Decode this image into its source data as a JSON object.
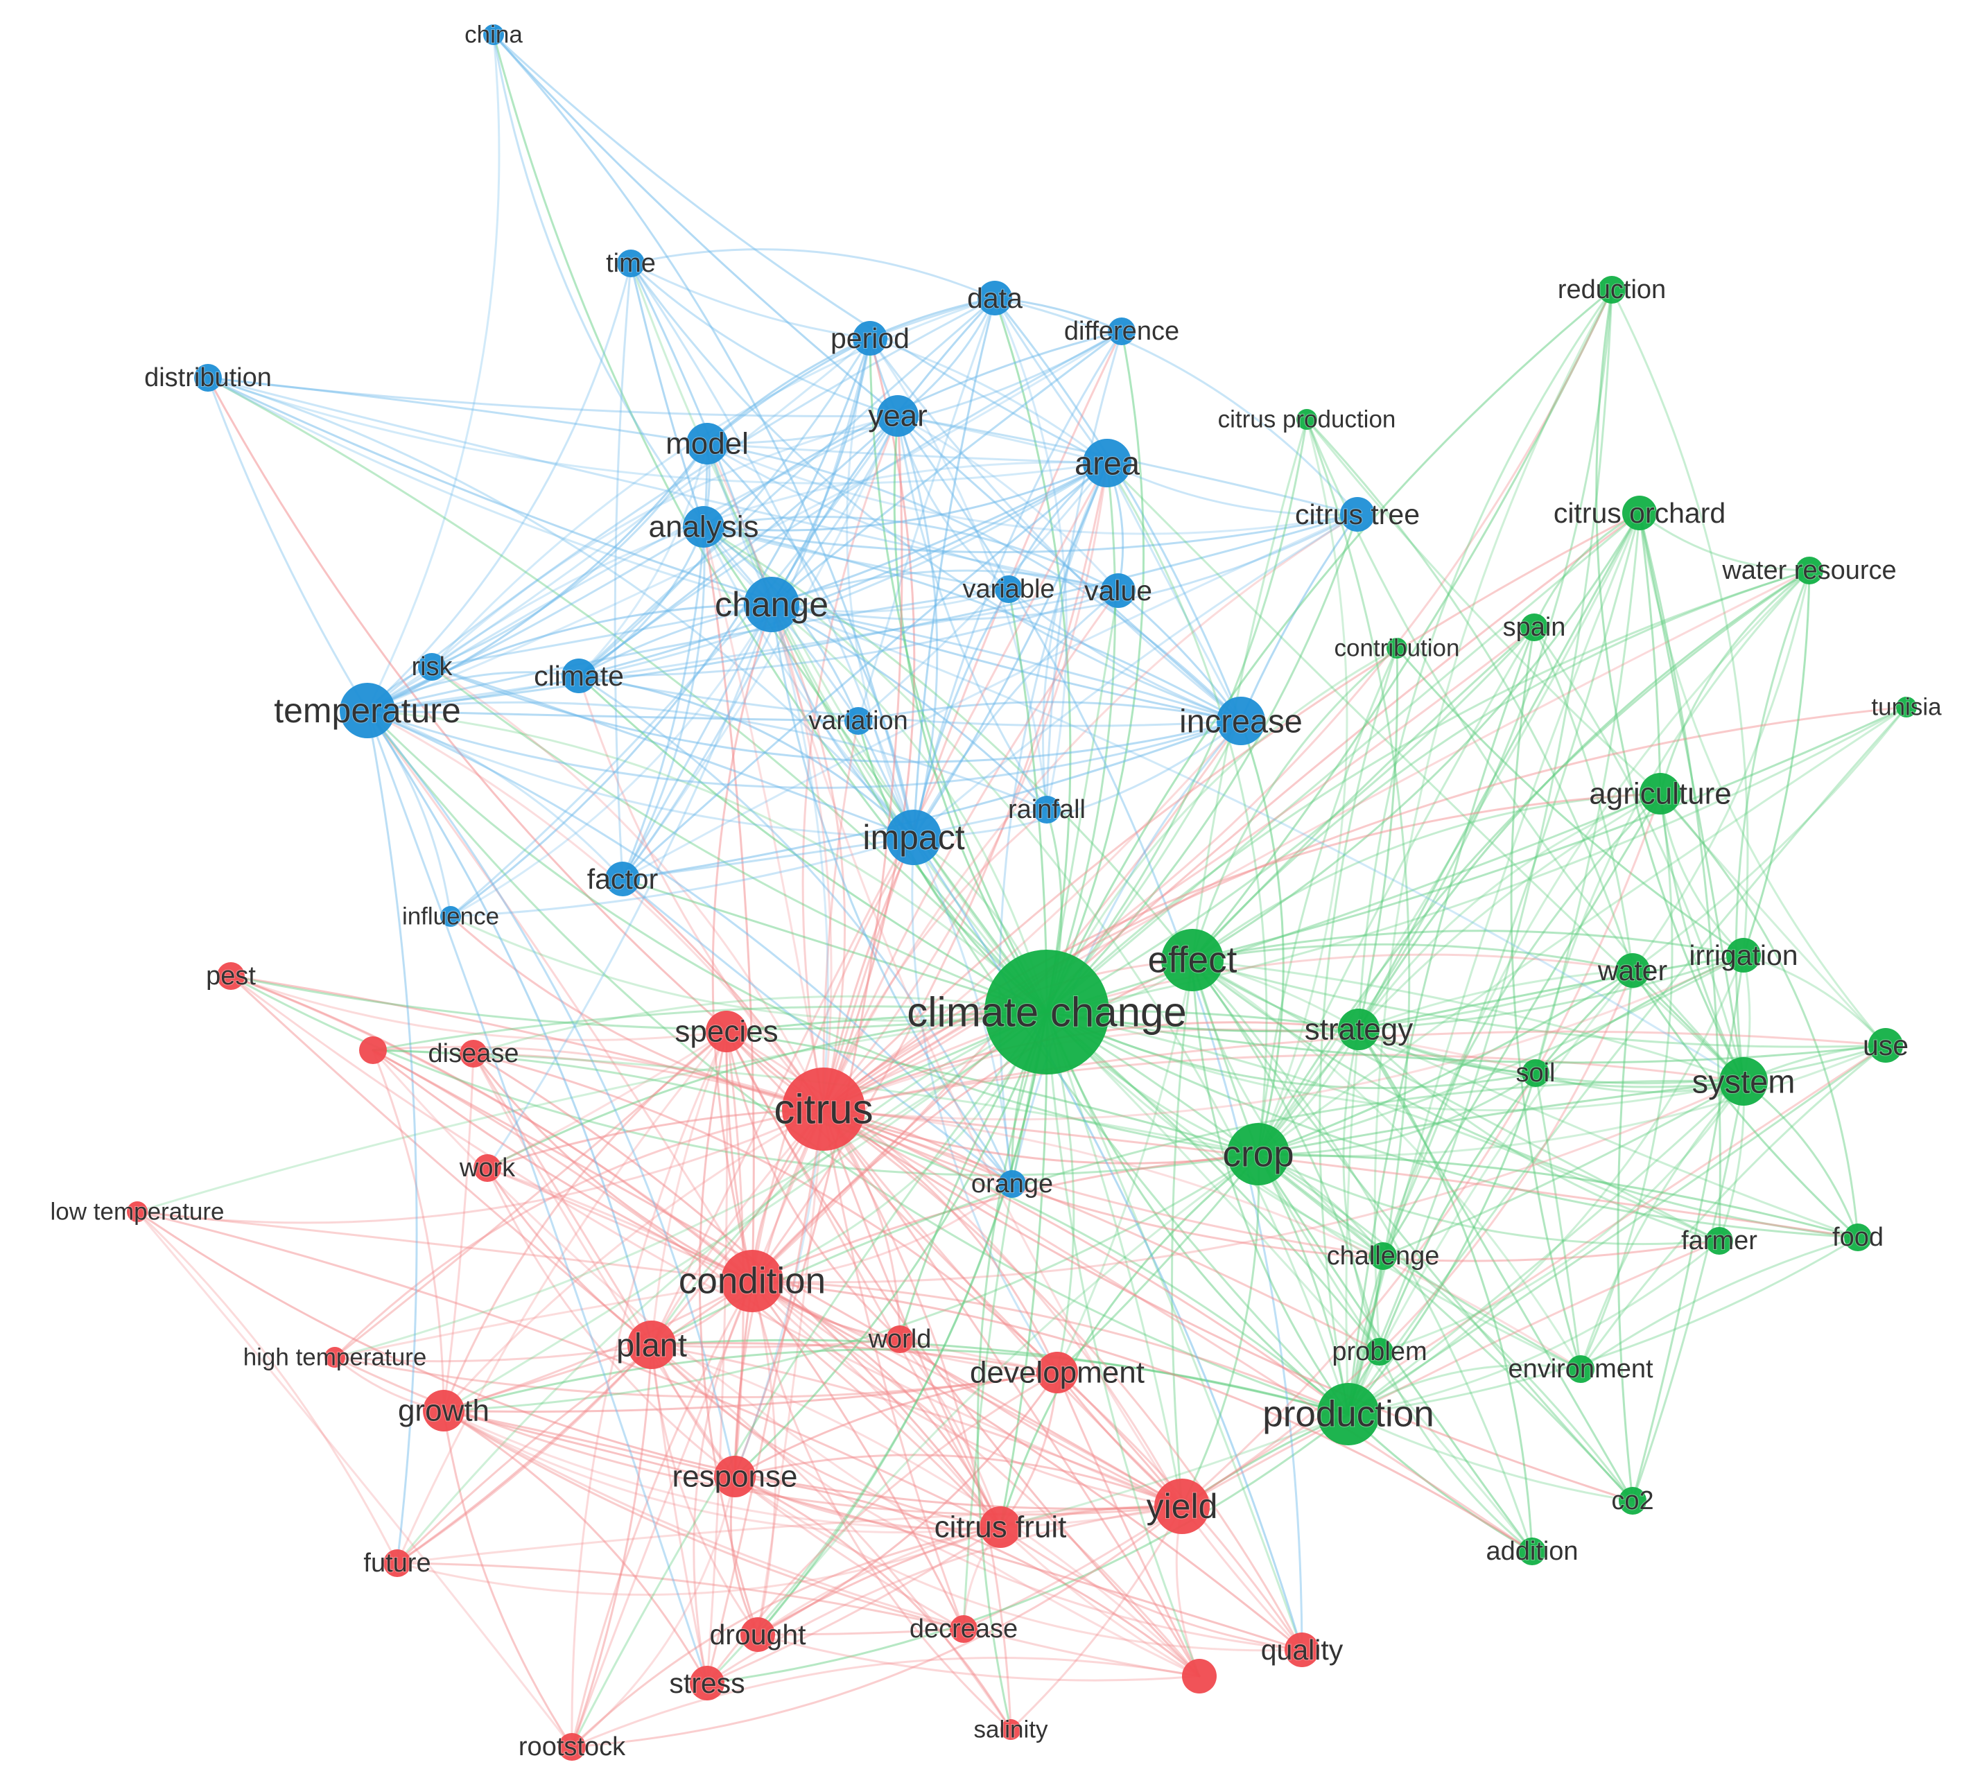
{
  "clusters": {
    "blue": {
      "node_color": "#1f8fd6",
      "edge_color": "#6bb8ea"
    },
    "red": {
      "node_color": "#f04a4f",
      "edge_color": "#f28a8c"
    },
    "green": {
      "node_color": "#12b046",
      "edge_color": "#5fcd7f"
    }
  },
  "nodes": [
    {
      "id": "china",
      "label": "china",
      "cluster": "blue",
      "weight": 1
    },
    {
      "id": "time",
      "label": "time",
      "cluster": "blue",
      "weight": 2
    },
    {
      "id": "data",
      "label": "data",
      "cluster": "blue",
      "weight": 3
    },
    {
      "id": "difference",
      "label": "difference",
      "cluster": "blue",
      "weight": 2
    },
    {
      "id": "period",
      "label": "period",
      "cluster": "blue",
      "weight": 3
    },
    {
      "id": "distribution",
      "label": "distribution",
      "cluster": "blue",
      "weight": 2
    },
    {
      "id": "model",
      "label": "model",
      "cluster": "blue",
      "weight": 4
    },
    {
      "id": "year",
      "label": "year",
      "cluster": "blue",
      "weight": 4
    },
    {
      "id": "area",
      "label": "area",
      "cluster": "blue",
      "weight": 5
    },
    {
      "id": "analysis",
      "label": "analysis",
      "cluster": "blue",
      "weight": 4
    },
    {
      "id": "change",
      "label": "change",
      "cluster": "blue",
      "weight": 6
    },
    {
      "id": "variable",
      "label": "variable",
      "cluster": "blue",
      "weight": 2
    },
    {
      "id": "value",
      "label": "value",
      "cluster": "blue",
      "weight": 3
    },
    {
      "id": "citrus_tree",
      "label": "citrus tree",
      "cluster": "blue",
      "weight": 3
    },
    {
      "id": "risk",
      "label": "risk",
      "cluster": "blue",
      "weight": 2
    },
    {
      "id": "climate",
      "label": "climate",
      "cluster": "blue",
      "weight": 3
    },
    {
      "id": "temperature",
      "label": "temperature",
      "cluster": "blue",
      "weight": 6
    },
    {
      "id": "variation",
      "label": "variation",
      "cluster": "blue",
      "weight": 2
    },
    {
      "id": "increase",
      "label": "increase",
      "cluster": "blue",
      "weight": 5
    },
    {
      "id": "rainfall",
      "label": "rainfall",
      "cluster": "blue",
      "weight": 2
    },
    {
      "id": "impact",
      "label": "impact",
      "cluster": "blue",
      "weight": 6
    },
    {
      "id": "factor",
      "label": "factor",
      "cluster": "blue",
      "weight": 3
    },
    {
      "id": "influence",
      "label": "influence",
      "cluster": "blue",
      "weight": 1
    },
    {
      "id": "orange",
      "label": "orange",
      "cluster": "blue",
      "weight": 2
    },
    {
      "id": "pest",
      "label": "pest",
      "cluster": "red",
      "weight": 2
    },
    {
      "id": "disease",
      "label": "disease",
      "cluster": "red",
      "weight": 2
    },
    {
      "id": "species",
      "label": "species",
      "cluster": "red",
      "weight": 4
    },
    {
      "id": "citrus",
      "label": "citrus",
      "cluster": "red",
      "weight": 10
    },
    {
      "id": "work",
      "label": "work",
      "cluster": "red",
      "weight": 2
    },
    {
      "id": "low_temperature",
      "label": "low temperature",
      "cluster": "red",
      "weight": 1
    },
    {
      "id": "condition",
      "label": "condition",
      "cluster": "red",
      "weight": 7
    },
    {
      "id": "plant",
      "label": "plant",
      "cluster": "red",
      "weight": 5
    },
    {
      "id": "world",
      "label": "world",
      "cluster": "red",
      "weight": 2
    },
    {
      "id": "development",
      "label": "development",
      "cluster": "red",
      "weight": 4
    },
    {
      "id": "high_temperature",
      "label": "high temperature",
      "cluster": "red",
      "weight": 1
    },
    {
      "id": "growth",
      "label": "growth",
      "cluster": "red",
      "weight": 4
    },
    {
      "id": "response",
      "label": "response",
      "cluster": "red",
      "weight": 4
    },
    {
      "id": "yield",
      "label": "yield",
      "cluster": "red",
      "weight": 6
    },
    {
      "id": "citrus_fruit",
      "label": "citrus fruit",
      "cluster": "red",
      "weight": 4
    },
    {
      "id": "future",
      "label": "future",
      "cluster": "red",
      "weight": 2
    },
    {
      "id": "drought",
      "label": "drought",
      "cluster": "red",
      "weight": 3
    },
    {
      "id": "decrease",
      "label": "decrease",
      "cluster": "red",
      "weight": 2
    },
    {
      "id": "stress",
      "label": "stress",
      "cluster": "red",
      "weight": 3
    },
    {
      "id": "quality",
      "label": "quality",
      "cluster": "red",
      "weight": 3
    },
    {
      "id": "rootstock",
      "label": "rootstock",
      "cluster": "red",
      "weight": 2
    },
    {
      "id": "salinity",
      "label": "salinity",
      "cluster": "red",
      "weight": 1
    },
    {
      "id": "unlabeled_red_1",
      "label": "",
      "cluster": "red",
      "weight": 2
    },
    {
      "id": "unlabeled_red_2",
      "label": "",
      "cluster": "red",
      "weight": 3
    },
    {
      "id": "reduction",
      "label": "reduction",
      "cluster": "green",
      "weight": 2
    },
    {
      "id": "citrus_production",
      "label": "citrus production",
      "cluster": "green",
      "weight": 1
    },
    {
      "id": "citrus_orchard",
      "label": "citrus orchard",
      "cluster": "green",
      "weight": 3
    },
    {
      "id": "water_resource",
      "label": "water resource",
      "cluster": "green",
      "weight": 2
    },
    {
      "id": "spain",
      "label": "spain",
      "cluster": "green",
      "weight": 2
    },
    {
      "id": "contribution",
      "label": "contribution",
      "cluster": "green",
      "weight": 1
    },
    {
      "id": "tunisia",
      "label": "tunisia",
      "cluster": "green",
      "weight": 1
    },
    {
      "id": "agriculture",
      "label": "agriculture",
      "cluster": "green",
      "weight": 4
    },
    {
      "id": "effect",
      "label": "effect",
      "cluster": "green",
      "weight": 7
    },
    {
      "id": "climate_change",
      "label": "climate change",
      "cluster": "green",
      "weight": 16
    },
    {
      "id": "water",
      "label": "water",
      "cluster": "green",
      "weight": 3
    },
    {
      "id": "irrigation",
      "label": "irrigation",
      "cluster": "green",
      "weight": 3
    },
    {
      "id": "strategy",
      "label": "strategy",
      "cluster": "green",
      "weight": 4
    },
    {
      "id": "use",
      "label": "use",
      "cluster": "green",
      "weight": 3
    },
    {
      "id": "soil",
      "label": "soil",
      "cluster": "green",
      "weight": 2
    },
    {
      "id": "system",
      "label": "system",
      "cluster": "green",
      "weight": 5
    },
    {
      "id": "crop",
      "label": "crop",
      "cluster": "green",
      "weight": 7
    },
    {
      "id": "challenge",
      "label": "challenge",
      "cluster": "green",
      "weight": 2
    },
    {
      "id": "farmer",
      "label": "farmer",
      "cluster": "green",
      "weight": 2
    },
    {
      "id": "food",
      "label": "food",
      "cluster": "green",
      "weight": 2
    },
    {
      "id": "problem",
      "label": "problem",
      "cluster": "green",
      "weight": 2
    },
    {
      "id": "environment",
      "label": "environment",
      "cluster": "green",
      "weight": 2
    },
    {
      "id": "production",
      "label": "production",
      "cluster": "green",
      "weight": 7
    },
    {
      "id": "co2",
      "label": "co2",
      "cluster": "green",
      "weight": 2
    },
    {
      "id": "addition",
      "label": "addition",
      "cluster": "green",
      "weight": 2
    }
  ]
}
